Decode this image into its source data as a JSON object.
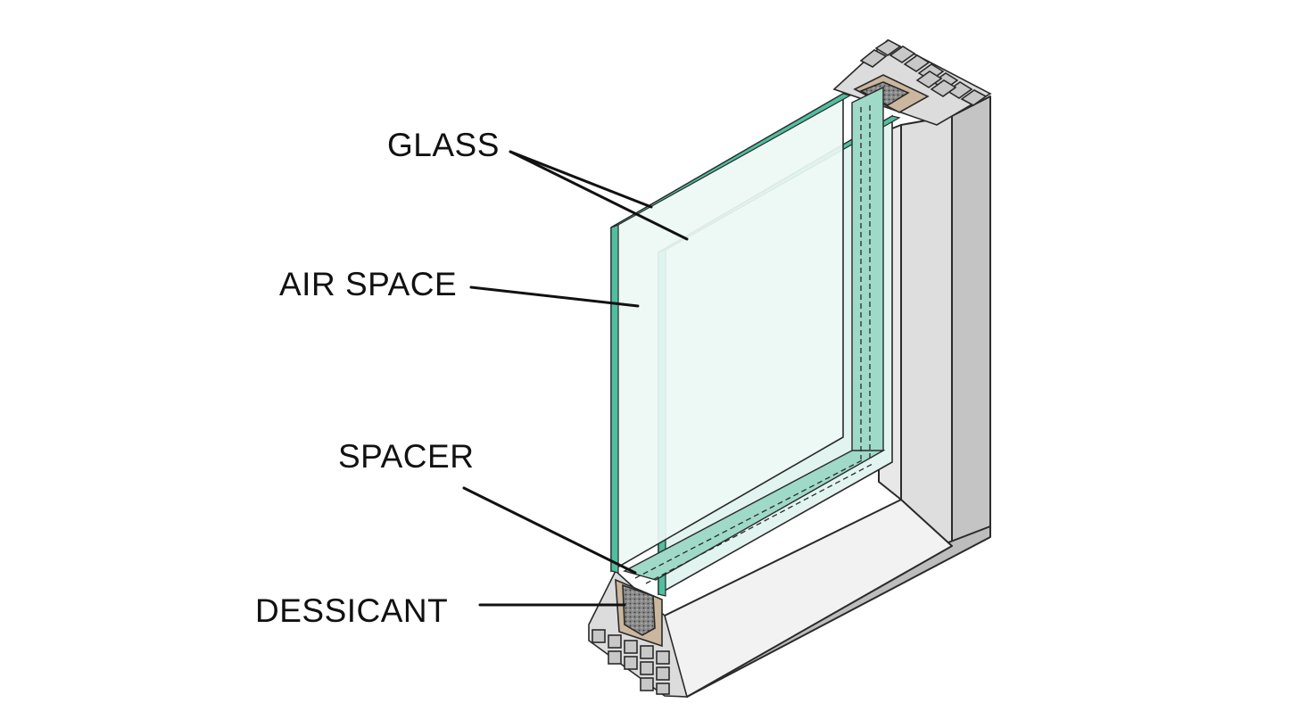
{
  "labels": {
    "glass": "GLASS",
    "air_space": "AIR SPACE",
    "spacer": "SPACER",
    "dessicant": "DESSICANT"
  },
  "colors": {
    "glass_edge": "#4fbf9f",
    "glass_fill": "#e6f5f1",
    "frame_light": "#eeeeee",
    "frame_mid": "#d4d4d4",
    "frame_dark": "#bdbdbd",
    "dessicant": "#8f8f8f",
    "sealant": "#cbb79e",
    "outline": "#2a2a2a",
    "text": "#111111"
  }
}
